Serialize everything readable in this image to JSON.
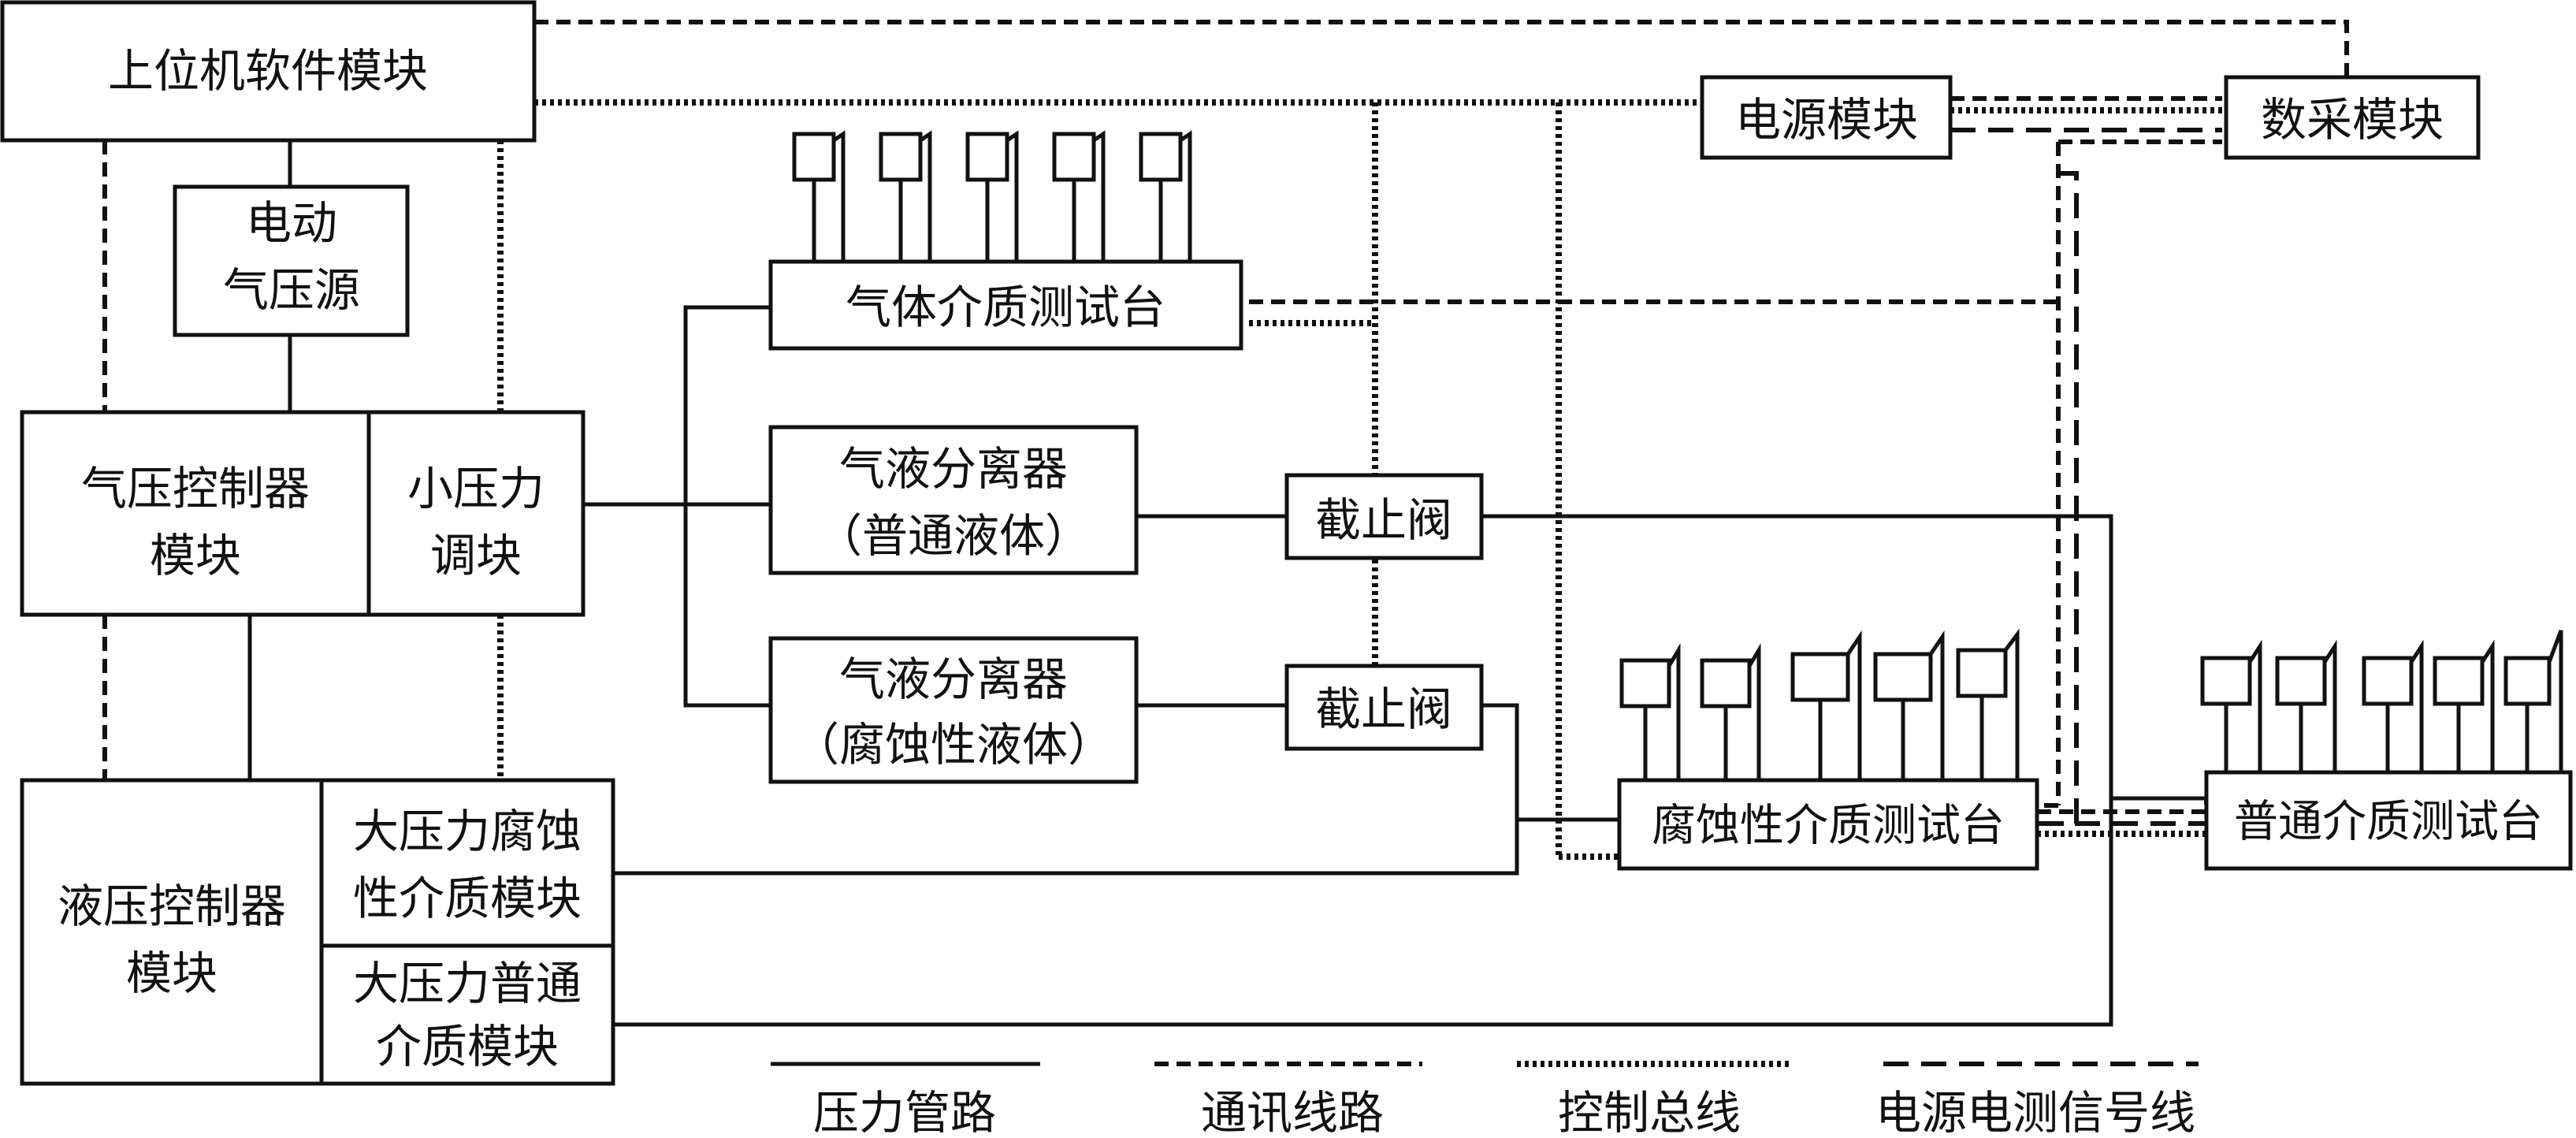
{
  "blocks": {
    "host": "上位机软件模块",
    "electric_air_source": [
      "电动",
      "气压源"
    ],
    "pneumatic_controller": [
      "气压控制器",
      "模块"
    ],
    "small_pressure": [
      "小压力",
      "调块"
    ],
    "hydraulic_controller": [
      "液压控制器",
      "模块"
    ],
    "high_pressure_corrosive": [
      "大压力腐蚀",
      "性介质模块"
    ],
    "high_pressure_normal": [
      "大压力普通",
      "介质模块"
    ],
    "gas_test_bench": "气体介质测试台",
    "separator_normal": [
      "气液分离器",
      "（普通液体）"
    ],
    "separator_corrosive": [
      "气液分离器",
      "（腐蚀性液体）"
    ],
    "stop_valve_1": "截止阀",
    "stop_valve_2": "截止阀",
    "power_module": "电源模块",
    "daq_module": "数采模块",
    "corrosive_test_bench": "腐蚀性介质测试台",
    "normal_test_bench": "普通介质测试台"
  },
  "legend": {
    "pressure": "压力管路",
    "comm": "通讯线路",
    "control": "控制总线",
    "power_signal": "电源电测信号线"
  }
}
